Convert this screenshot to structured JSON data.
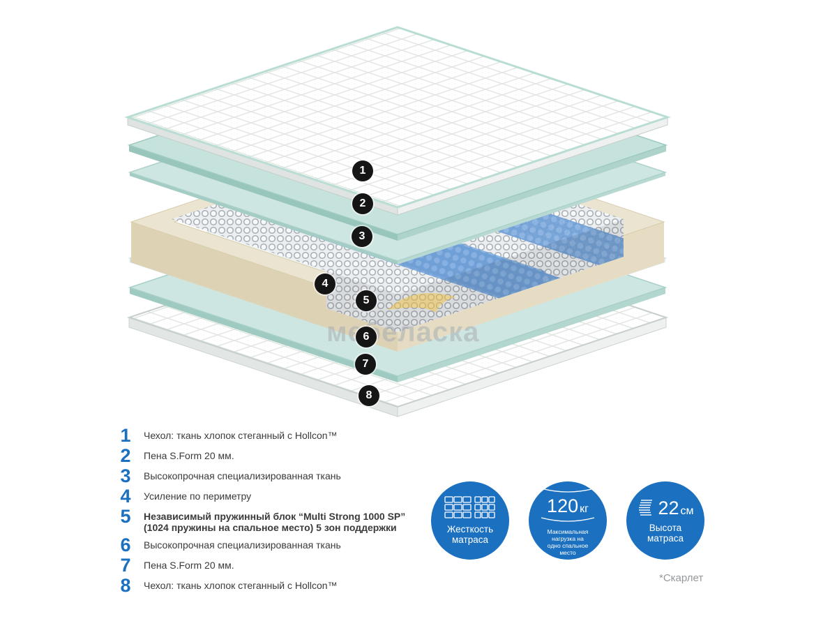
{
  "colors": {
    "accent_blue": "#1b70c0",
    "marker_black": "#151515",
    "teal_layer": "#cde6e1",
    "cream_foam": "#eae4d0",
    "spring_blue": "#6f9fd6"
  },
  "legend": {
    "items": [
      {
        "num": "1",
        "text": "Чехол: ткань хлопок стеганный с Hollcon™"
      },
      {
        "num": "2",
        "text": "Пена S.Form 20 мм."
      },
      {
        "num": "3",
        "text": "Высокопрочная специализированная ткань"
      },
      {
        "num": "4",
        "text": "Усиление по периметру"
      },
      {
        "num": "5",
        "text": "Независимый пружинный блок  “Multi Strong 1000 SP”\n(1024 пружины на спальное место) 5 зон поддержки"
      },
      {
        "num": "6",
        "text": "Высокопрочная специализированная ткань"
      },
      {
        "num": "7",
        "text": "Пена S.Form 20 мм."
      },
      {
        "num": "8",
        "text": "Чехол: ткань хлопок стеганный с Hollcon™"
      }
    ]
  },
  "specs": [
    {
      "icon": "firmness-grid-icon",
      "title": "Жесткость\nматраса"
    },
    {
      "icon": "max-load-icon",
      "value": "120",
      "unit": "кг",
      "title": "Максимальная\nнагрузка на\nодно спальное\nместо"
    },
    {
      "icon": "height-icon",
      "value": "22",
      "unit": "см",
      "title": "Высота\nматраса"
    }
  ],
  "watermark": "мебелаcка",
  "footnote": "*Скарлет"
}
